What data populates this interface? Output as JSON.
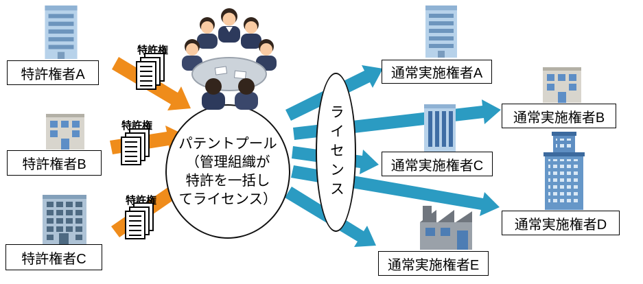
{
  "diagram": {
    "patent_holders": [
      {
        "label": "特許権者A"
      },
      {
        "label": "特許権者B"
      },
      {
        "label": "特許権者C"
      }
    ],
    "patent_right_label": "特許権",
    "pool": {
      "line1": "パテントプール",
      "line2": "（管理組織が",
      "line3": "特許を一括し",
      "line4": "てライセンス）"
    },
    "license_label": "ライセンス",
    "licensees": [
      {
        "label": "通常実施権者A"
      },
      {
        "label": "通常実施権者B"
      },
      {
        "label": "通常実施権者C"
      },
      {
        "label": "通常実施権者D"
      },
      {
        "label": "通常実施権者E"
      }
    ],
    "colors": {
      "patent_arrow": "#EF8C1B",
      "license_arrow": "#2B9BC2"
    }
  }
}
